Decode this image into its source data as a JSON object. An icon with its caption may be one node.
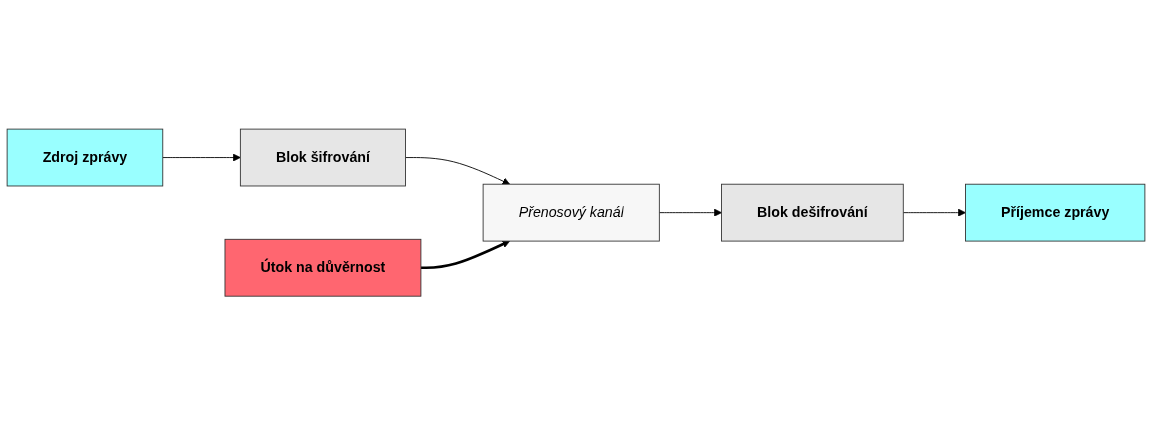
{
  "diagram": {
    "nodes": [
      {
        "text": [
          "Zdroj zprávy"
        ]
      },
      {
        "text": [
          "Blok šifrování"
        ]
      },
      {
        "text": [
          "Útok na důvěrnost"
        ]
      },
      {
        "text": [
          "Přenosový kanál"
        ]
      },
      {
        "text": [
          "Příjemce zprávy"
        ]
      },
      {
        "text": [
          "Blok dešifrování"
        ]
      }
    ],
    "edges": [
      {
        "from": 0,
        "to": 1,
        "arrow": "to"
      },
      {
        "from": 1,
        "to": 3,
        "arrow": "to"
      },
      {
        "from": 2,
        "to": 3,
        "arrow": "to",
        "style": "thick"
      },
      {
        "from": 3,
        "to": 5,
        "arrow": "to"
      },
      {
        "from": 5,
        "to": 4,
        "arrow": "to"
      }
    ]
  }
}
